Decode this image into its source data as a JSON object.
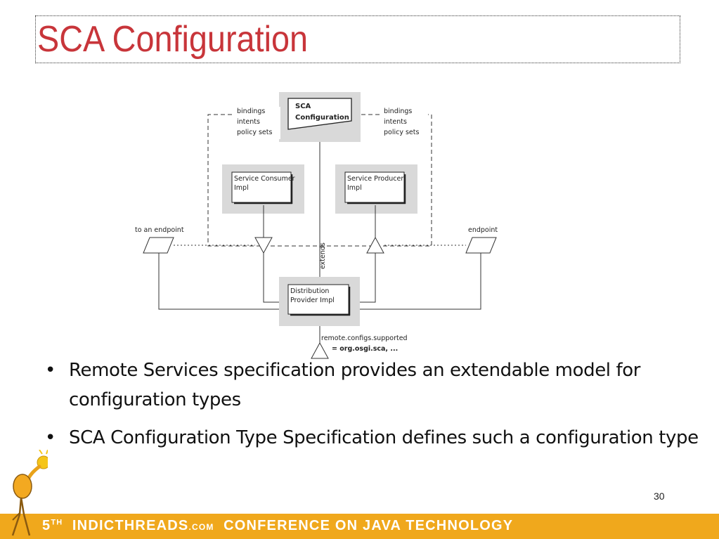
{
  "slide": {
    "title": "SCA Configuration",
    "page_number": "30"
  },
  "diagram": {
    "sca_config_line1": "SCA",
    "sca_config_line2": "Configuration",
    "left_annot": [
      "bindings",
      "intents",
      "policy sets"
    ],
    "right_annot": [
      "bindings",
      "intents",
      "policy sets"
    ],
    "consumer_line1": "Service Consumer",
    "consumer_line2": "Impl",
    "producer_line1": "Service Producer",
    "producer_line2": "Impl",
    "left_endpoint_label": "to an endpoint",
    "right_endpoint_label": "endpoint",
    "extends_label": "extends",
    "distribution_line1": "Distribution",
    "distribution_line2": "Provider Impl",
    "remote_configs_line1": "remote.configs.supported",
    "remote_configs_line2": "= org.osgi.sca, ..."
  },
  "bullets": [
    "Remote Services specification provides an extendable model for configuration types",
    "SCA Configuration Type Specification defines such a configuration type"
  ],
  "footer": {
    "number": "5",
    "superscript": "TH",
    "brand": "INDICTHREADS",
    "brand_suffix": ".COM",
    "rest": "CONFERENCE ON JAVA TECHNOLOGY"
  }
}
